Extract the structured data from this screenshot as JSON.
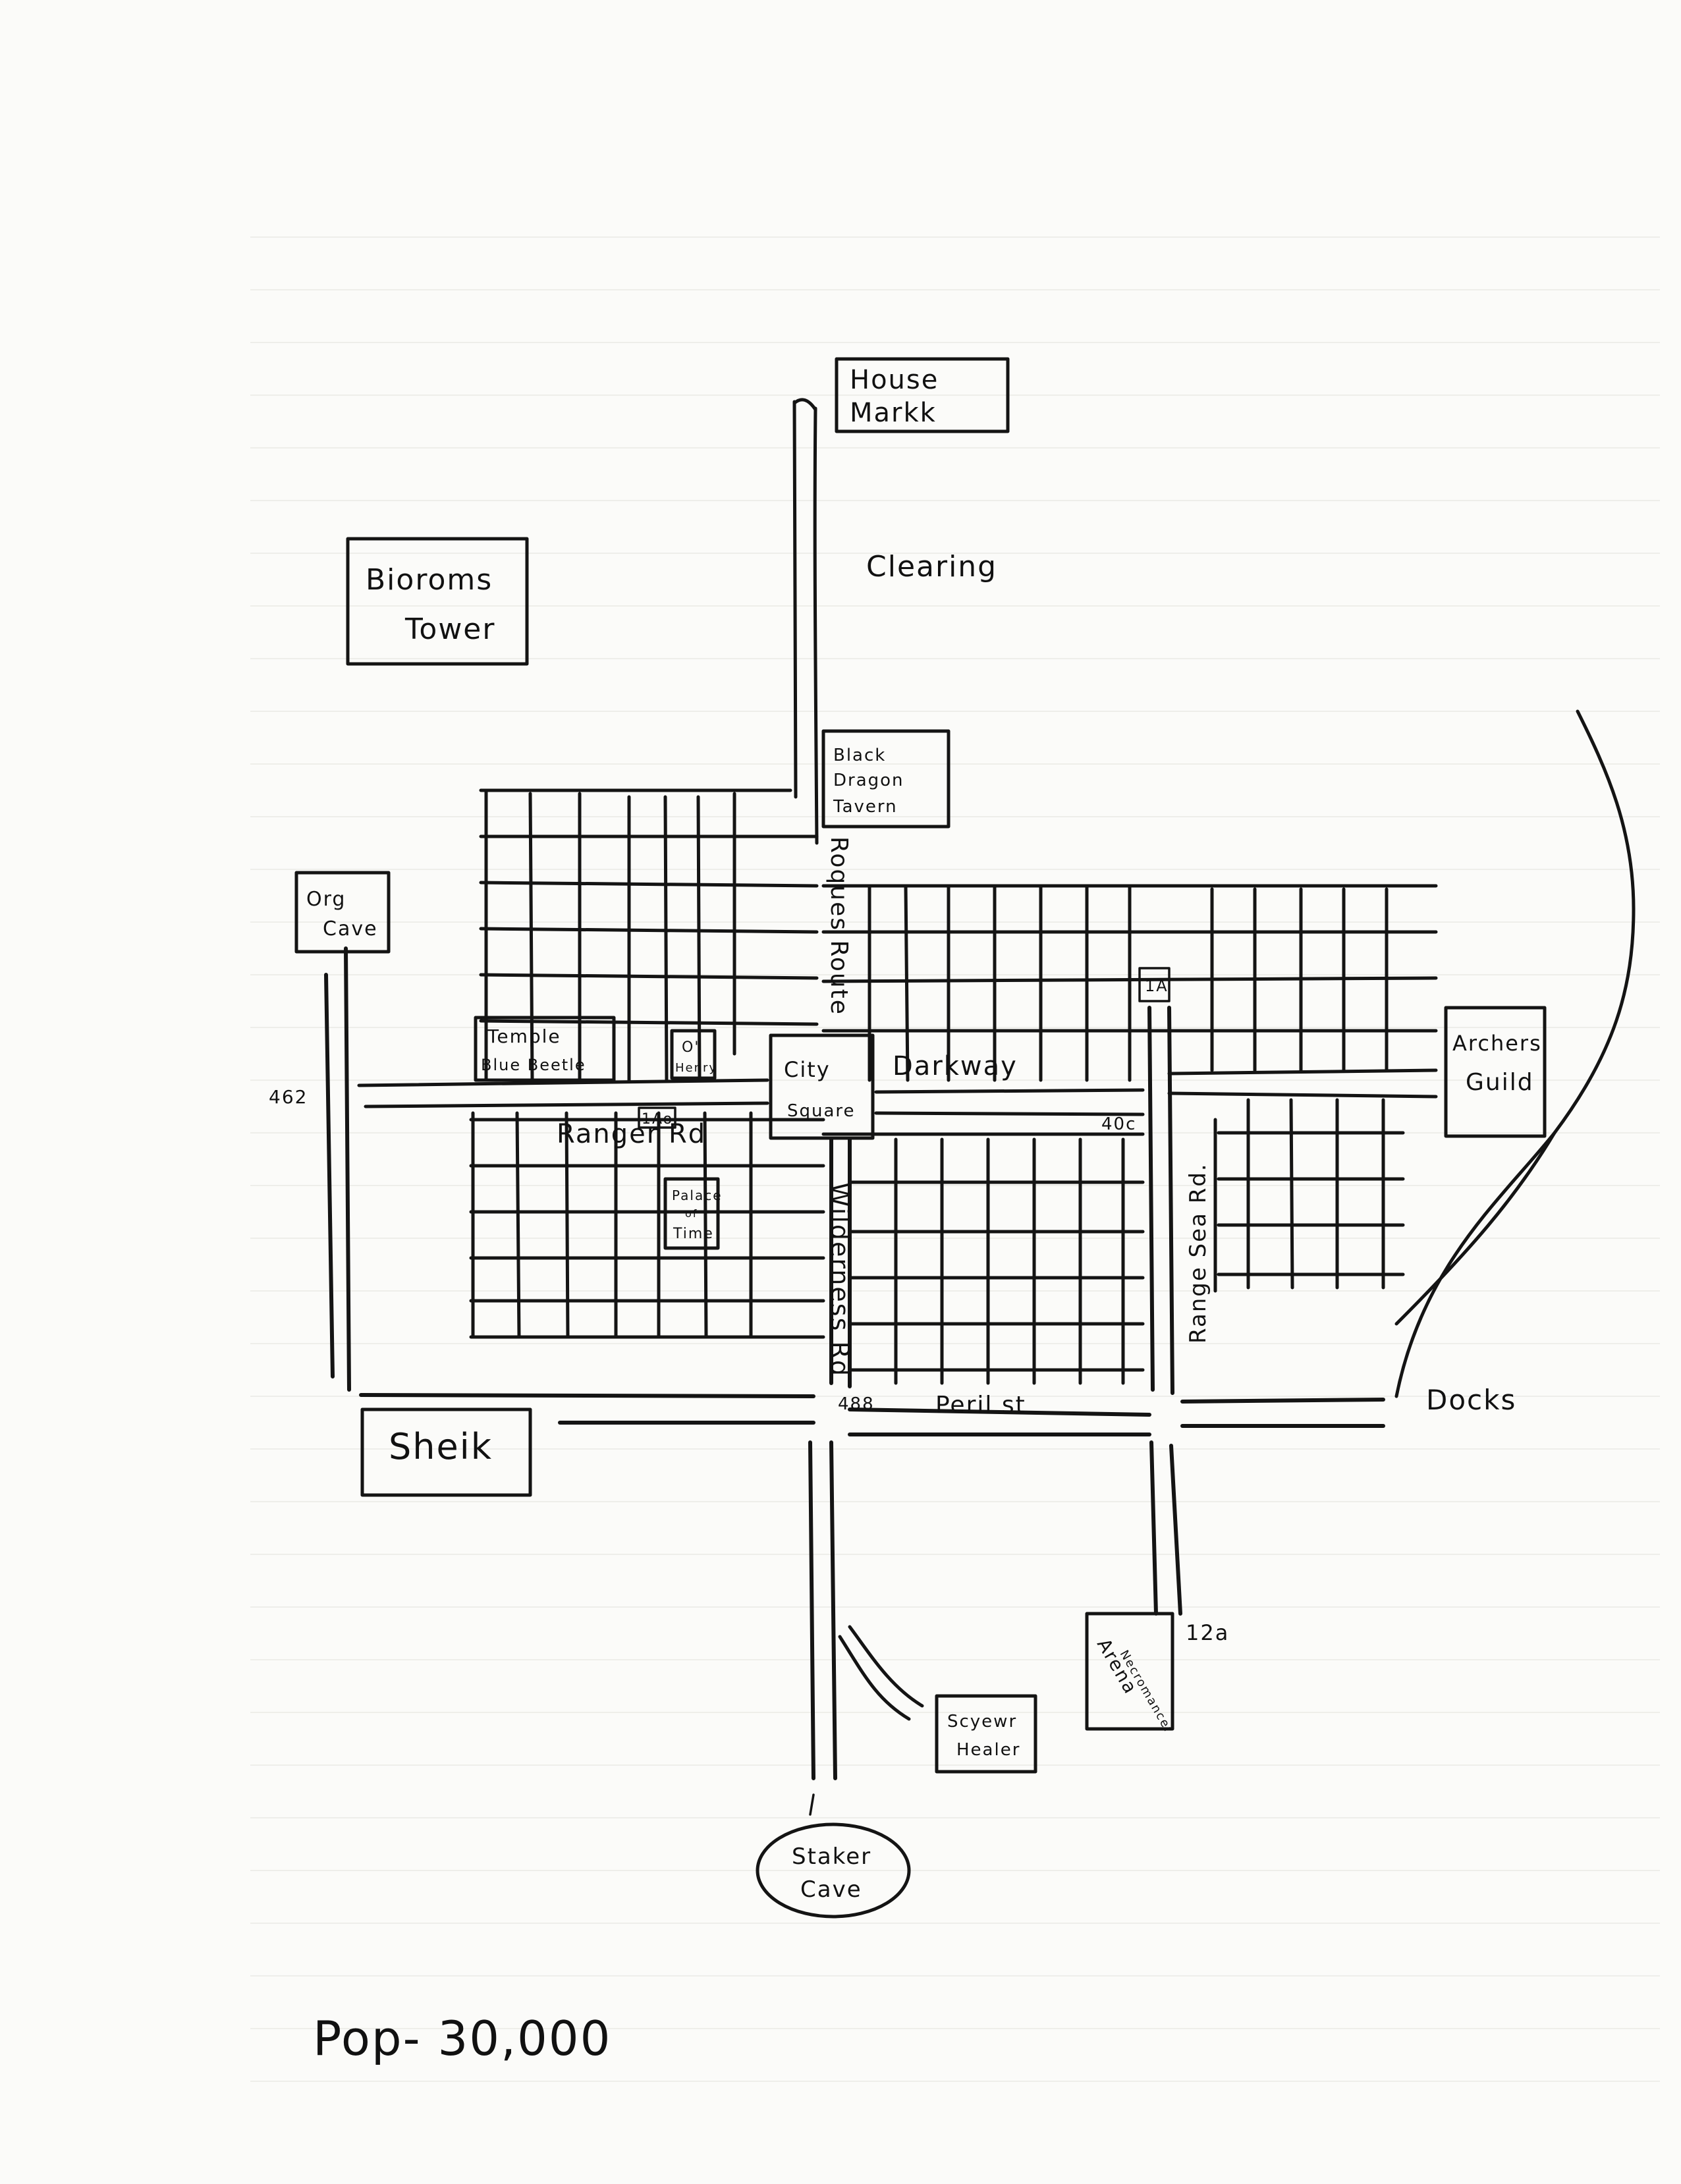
{
  "map": {
    "population": "Pop- 30,000",
    "buildings": {
      "house_markk": [
        "House",
        "Markk"
      ],
      "bioroms_tower": [
        "Bioroms",
        "Tower"
      ],
      "black_dragon_tavern": [
        "Black",
        "Dragon",
        "Tavern"
      ],
      "org_cave": [
        "Org",
        "Cave"
      ],
      "temple": [
        "Temple",
        "Blue Beetle"
      ],
      "oj_henry": [
        "O'",
        "Henry"
      ],
      "city_square": [
        "City",
        "Square"
      ],
      "archers_guild": [
        "Archers",
        "Guild"
      ],
      "palace_of_time": [
        "Palace",
        "of",
        "Time"
      ],
      "sheik": "Sheik",
      "arena": [
        "Arena",
        "Necromancer"
      ],
      "scyew_healer": [
        "Scyewr",
        "Healer"
      ],
      "staker_cave": [
        "Staker",
        "Cave"
      ]
    },
    "areas": {
      "clearing": "Clearing",
      "docks": "Docks"
    },
    "roads": {
      "roques_route": "Roques Route",
      "darkway": "Darkway",
      "ranger_rd": "Ranger Rd",
      "wilderness_rd": "Wilderness Rd",
      "range_sea_rd": "Range Sea Rd.",
      "peril_st": "Peril st"
    },
    "markers": {
      "m462": "462",
      "m1a": "1A",
      "m1ao": "1Ao",
      "m40c": "40c",
      "m488": "488",
      "m12a": "12a"
    }
  }
}
